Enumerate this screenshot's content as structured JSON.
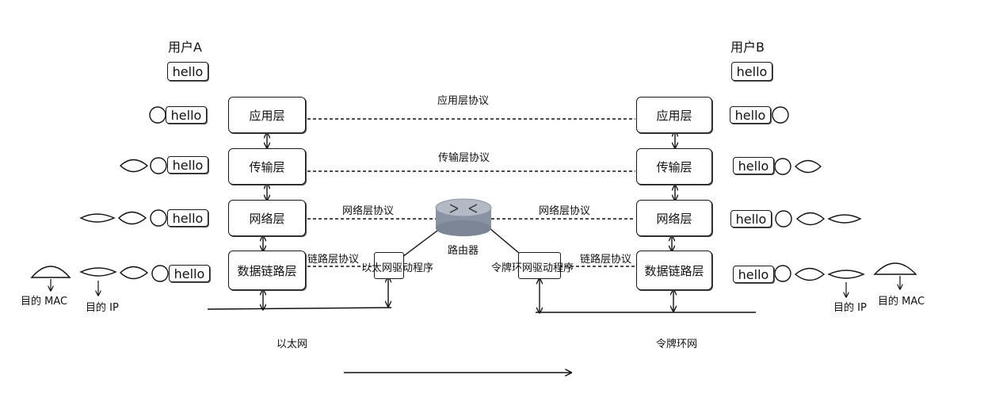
{
  "users": {
    "a": "用户A",
    "b": "用户B"
  },
  "message": "hello",
  "layers": {
    "app": "应用层",
    "transport": "传输层",
    "network": "网络层",
    "datalink": "数据链路层"
  },
  "protocols": {
    "app": "应用层协议",
    "transport": "传输层协议",
    "network_left": "网络层协议",
    "network_right": "网络层协议",
    "link_left": "链路层协议",
    "link_right": "链路层协议"
  },
  "router": "路由器",
  "drivers": {
    "ethernet": "以太网驱动程序",
    "tokenring": "令牌环网驱动程序"
  },
  "networks": {
    "ethernet": "以太网",
    "tokenring": "令牌环网"
  },
  "headers": {
    "dest_mac": "目的 MAC",
    "dest_ip": "目的 IP"
  }
}
